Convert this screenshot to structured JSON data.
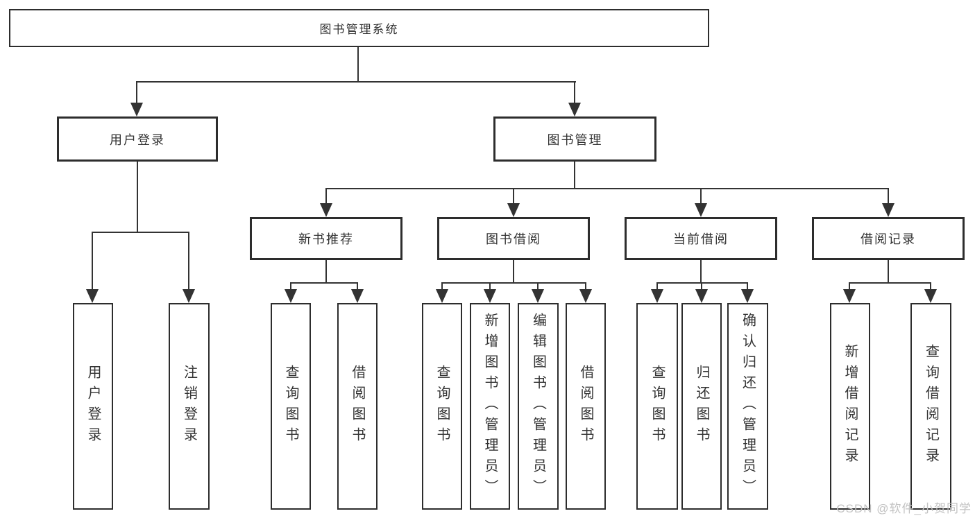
{
  "diagram": {
    "root": {
      "label": "图书管理系统"
    },
    "branches": [
      {
        "label": "用户登录",
        "children": [
          {
            "label": "用户登录"
          },
          {
            "label": "注销登录"
          }
        ]
      },
      {
        "label": "图书管理",
        "children": [
          {
            "label": "新书推荐",
            "children": [
              {
                "label": "查询图书"
              },
              {
                "label": "借阅图书"
              }
            ]
          },
          {
            "label": "图书借阅",
            "children": [
              {
                "label": "查询图书"
              },
              {
                "label": "新增图书（管理员）"
              },
              {
                "label": "编辑图书（管理员）"
              },
              {
                "label": "借阅图书"
              }
            ]
          },
          {
            "label": "当前借阅",
            "children": [
              {
                "label": "查询图书"
              },
              {
                "label": "归还图书"
              },
              {
                "label": "确认归还（管理员）"
              }
            ]
          },
          {
            "label": "借阅记录",
            "children": [
              {
                "label": "新增借阅记录"
              },
              {
                "label": "查询借阅记录"
              }
            ]
          }
        ]
      }
    ],
    "watermark": "CSDN @软件_小贺同学"
  },
  "colors": {
    "line": "#333333",
    "box_border": "#2d2d2d",
    "box_fill": "#ffffff",
    "text": "#333333",
    "watermark": "#c3c3c3",
    "background": "#ffffff"
  }
}
